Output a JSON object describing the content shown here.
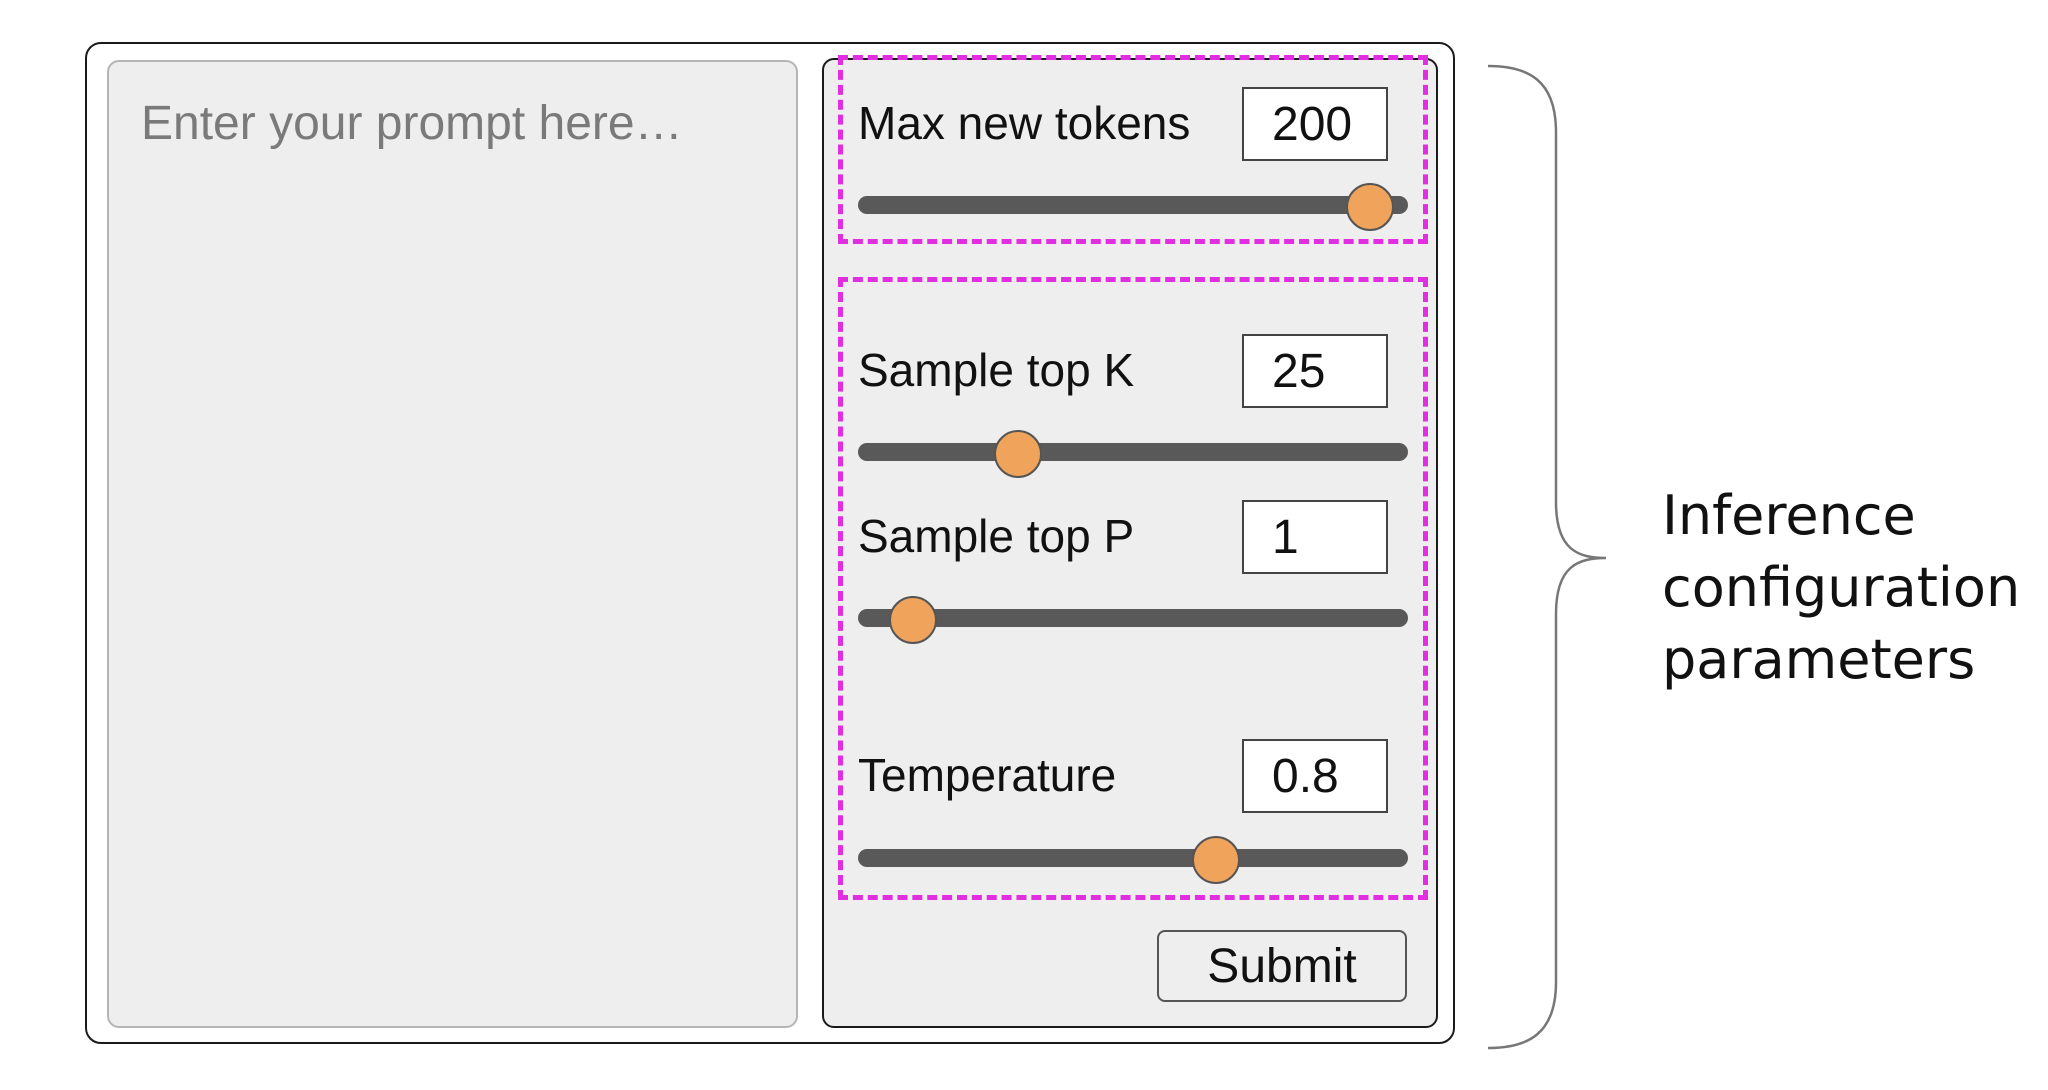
{
  "prompt": {
    "placeholder": "Enter your prompt here…"
  },
  "parameters": {
    "max_new_tokens": {
      "label": "Max new tokens",
      "value": "200",
      "slider_level": 0.93
    },
    "sample_top_k": {
      "label": "Sample top K",
      "value": "25",
      "slider_level": 0.29
    },
    "sample_top_p": {
      "label": "Sample top P",
      "value": "1",
      "slider_level": 0.1
    },
    "temperature": {
      "label": "Temperature",
      "value": "0.8",
      "slider_level": 0.65
    }
  },
  "submit_label": "Submit",
  "annotation": {
    "line1": "Inference",
    "line2": "configuration",
    "line3": "parameters"
  },
  "colors": {
    "group_outline": "#e02ee0",
    "slider_thumb": "#f0a35a",
    "slider_track": "#595959",
    "panel_background": "#eeeeee"
  }
}
